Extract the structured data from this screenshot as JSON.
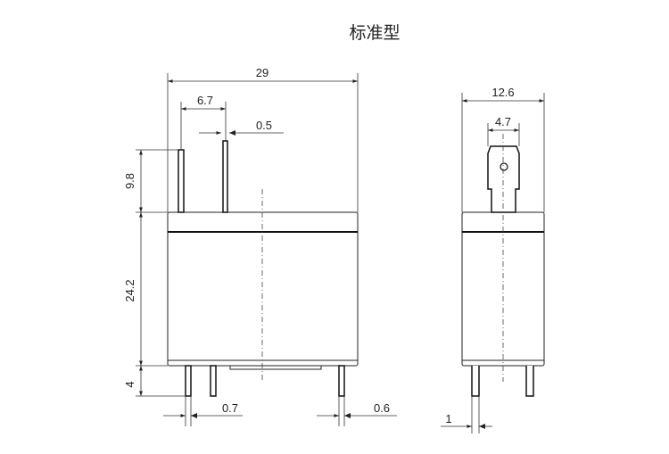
{
  "title": "标准型",
  "front_view": {
    "width": "29",
    "pin_spacing": "6.7",
    "pin_thickness": "0.5",
    "pin_height": "9.8",
    "body_height": "24.2",
    "bottom_pin_length": "4",
    "bottom_pin_width_left": "0.7",
    "bottom_pin_width_right": "0.6"
  },
  "side_view": {
    "width": "12.6",
    "tab_width": "4.7",
    "pin_width": "1"
  }
}
